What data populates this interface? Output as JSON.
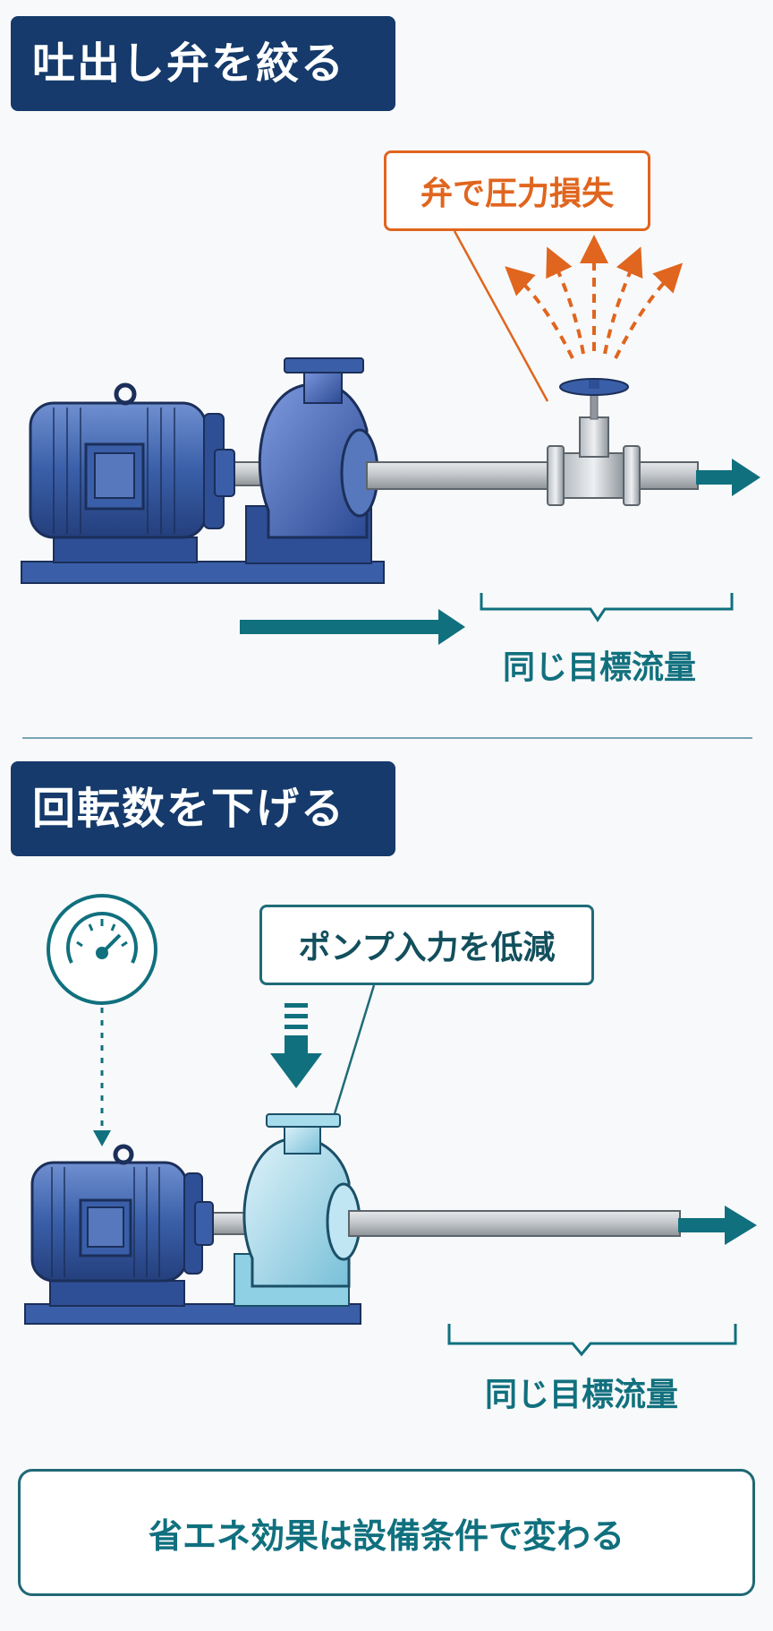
{
  "section1": {
    "title": "吐出し弁を絞る",
    "callout": "弁で圧力損失",
    "flow_label": "同じ目標流量"
  },
  "section2": {
    "title": "回転数を下げる",
    "callout": "ポンプ入力を低減",
    "flow_label": "同じ目標流量"
  },
  "summary": "省エネ効果は設備条件で変わる",
  "colors": {
    "navy": "#153a6b",
    "orange": "#e0651e",
    "teal": "#10707e",
    "motor_blue": "#3a5fa8",
    "pump_light": "#a6dcec"
  }
}
